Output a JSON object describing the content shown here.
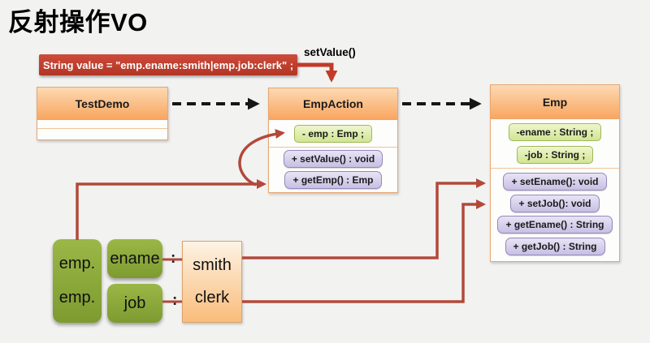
{
  "slide": {
    "title": "反射操作VO"
  },
  "code_statement": {
    "text": "String value = \"emp.ename:smith|emp.job:clerk\" ;"
  },
  "annotations": {
    "set_value_call": "setValue()"
  },
  "uml": {
    "test_demo": {
      "name": "TestDemo",
      "attributes": [],
      "methods": []
    },
    "emp_action": {
      "name": "EmpAction",
      "attributes": [
        "- emp : Emp ;"
      ],
      "methods": [
        "+ setValue() : void",
        "+ getEmp() : Emp"
      ]
    },
    "emp": {
      "name": "Emp",
      "attributes": [
        "-ename : String ;",
        "-job : String ;"
      ],
      "methods": [
        "+ setEname(): void",
        "+ setJob(): void",
        "+ getEname() : String",
        "+ getJob() : String"
      ]
    }
  },
  "value_breakdown": {
    "rows": [
      {
        "object": "emp.",
        "field": "ename",
        "separator": ":",
        "value": "smith"
      },
      {
        "object": "emp.",
        "field": "job",
        "separator": ":",
        "value": "clerk"
      }
    ]
  },
  "colors": {
    "arrow_red": "#b2493a",
    "arrow_thick_red": "#c23a28",
    "arrow_black": "#161616",
    "statement_red": "#c64a38",
    "class_header_orange": "#f9a660",
    "attribute_green": "#d0e592",
    "method_purple": "#c8bfe3",
    "object_green": "#85a335",
    "value_orange": "#fabc7a",
    "background": "#f2f2f1"
  }
}
